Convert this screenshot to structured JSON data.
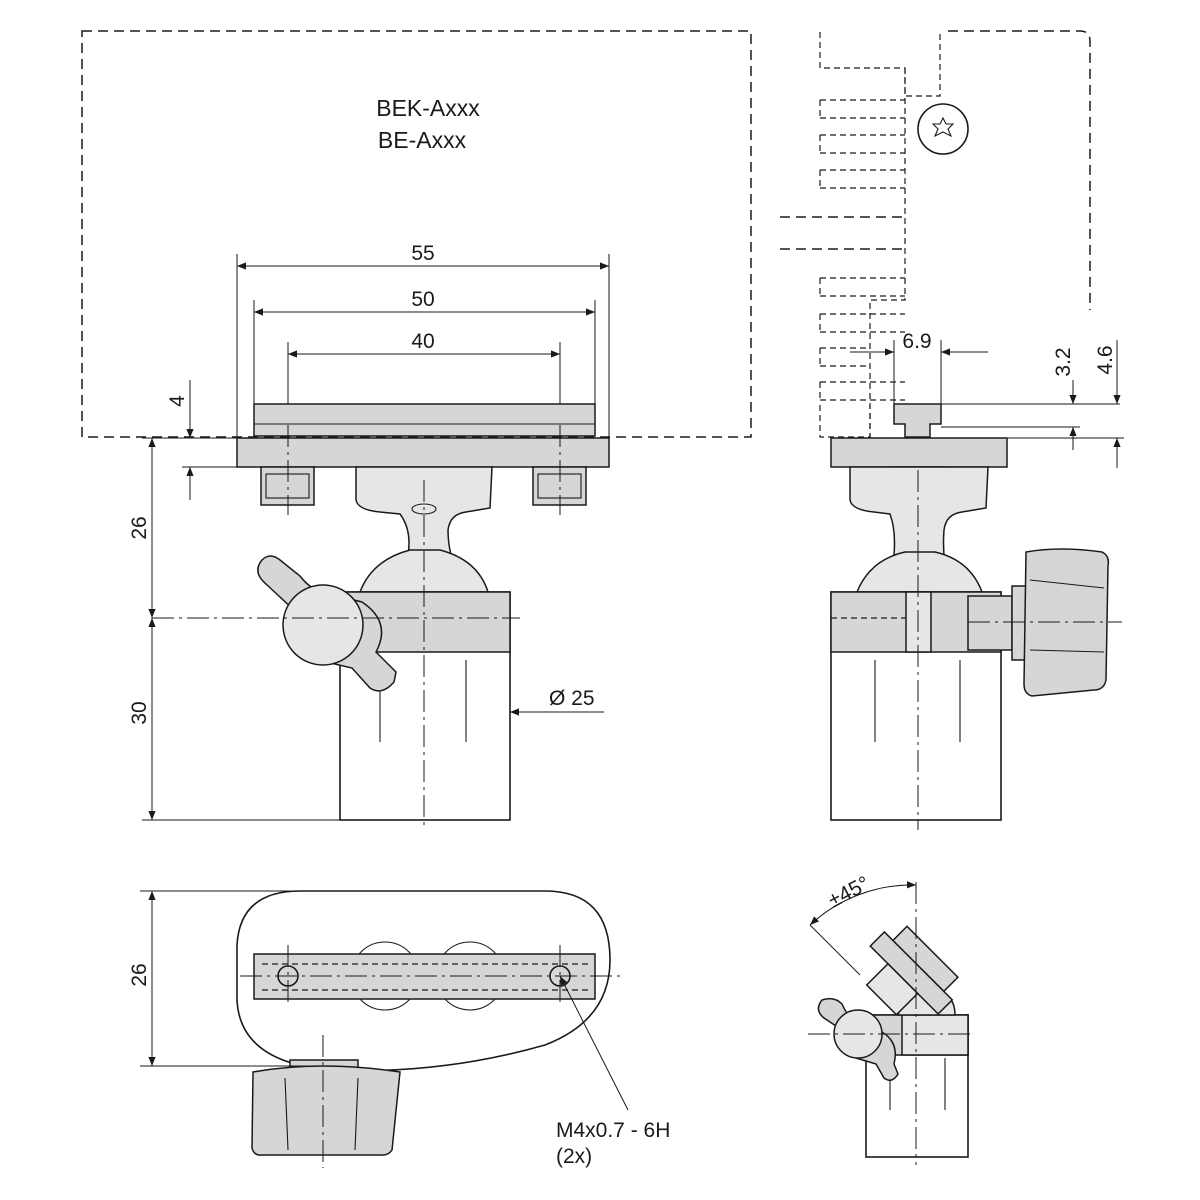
{
  "target_label": {
    "line1": "BEK-Axxx",
    "line2": "BE-Axxx"
  },
  "dimensions": {
    "width_55": "55",
    "width_50": "50",
    "width_40": "40",
    "plate_4": "4",
    "height_26": "26",
    "height_30": "30",
    "diameter": "Ø 25",
    "slot_6_9": "6.9",
    "depth_3_2": "3.2",
    "depth_4_6": "4.6",
    "top_26": "26",
    "angle": "±45°"
  },
  "thread_note": {
    "spec": "M4x0.7 - 6H",
    "qty": "(2x)"
  },
  "icons": {
    "screw": "torx-screw-icon"
  }
}
